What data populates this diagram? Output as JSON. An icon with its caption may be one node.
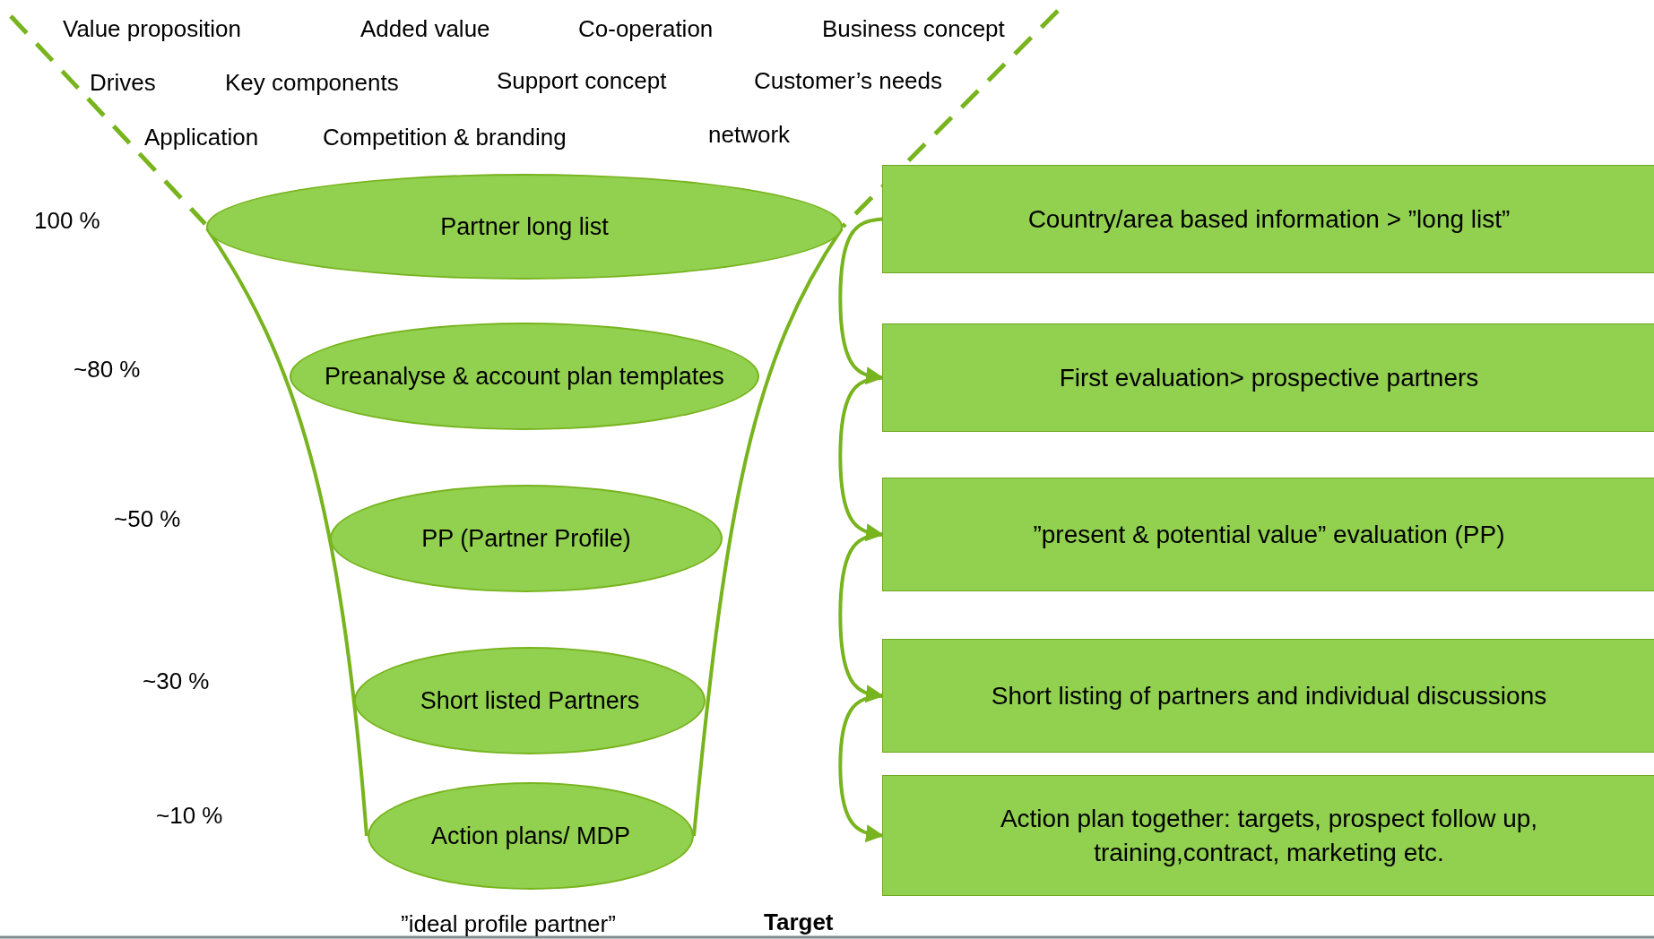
{
  "diagram": {
    "nodes": [
      {
        "text": [
          "Partner long list"
        ]
      },
      {
        "text": [
          "Preanalyse & account plan templates"
        ]
      },
      {
        "text": [
          "PP (Partner Profile)"
        ]
      },
      {
        "text": [
          "Short listed Partners"
        ]
      },
      {
        "text": [
          "Action plans/ MDP"
        ]
      },
      {
        "text": [
          "Country/area based information > ”long list”"
        ]
      },
      {
        "text": [
          "First evaluation> prospective partners"
        ]
      },
      {
        "text": [
          "”present & potential value” evaluation (PP)"
        ]
      },
      {
        "text": [
          "Short listing of partners and individual discussions"
        ]
      },
      {
        "text": [
          "Action plan together: targets, prospect follow up, training,contract, marketing etc."
        ]
      }
    ],
    "edges": [
      {
        "from": 5,
        "to": 6,
        "arrow": "to"
      },
      {
        "from": 6,
        "to": 7,
        "arrow": "to"
      },
      {
        "from": 7,
        "to": 8,
        "arrow": "to"
      },
      {
        "from": 8,
        "to": 9,
        "arrow": "to"
      }
    ],
    "labels": [
      "Value proposition",
      "Added value",
      "Co-operation",
      "Business concept",
      "Drives",
      "Key components",
      "Support concept",
      "Customer’s needs",
      "Application",
      "Competition & branding",
      "network",
      "100 %",
      "~80 %",
      "~50 %",
      "~30 %",
      "~10 %",
      "”ideal profile partner”",
      "Target"
    ]
  }
}
